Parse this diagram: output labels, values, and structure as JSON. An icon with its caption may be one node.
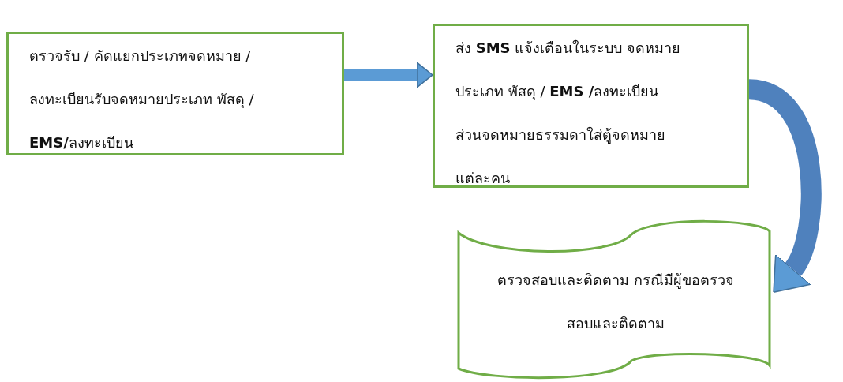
{
  "diagram": {
    "nodes": [
      {
        "text": [
          "ตรวจรับ / คัดแยกประเภทจดหมาย / ลงทะเบียนรับจดหมายประเภท พัสดุ / **EMS/**ลงทะเบียน"
        ]
      },
      {
        "text": [
          "ส่ง **SMS** แจ้งเตือนในระบบ จดหมายประเภท พัสดุ /  **EMS /**ลงทะเบียน ส่วนจดหมายธรรมดาใส่ตู้จดหมายแต่ละคน"
        ]
      },
      {
        "text": [
          "ตรวจสอบและติดตาม กรณีมีผู้ขอตรวจสอบและติดตาม"
        ]
      }
    ],
    "edges": [
      {
        "from": 0,
        "to": 1,
        "arrow": "to"
      },
      {
        "from": 1,
        "to": 2,
        "arrow": "to",
        "style": "thick"
      }
    ]
  }
}
